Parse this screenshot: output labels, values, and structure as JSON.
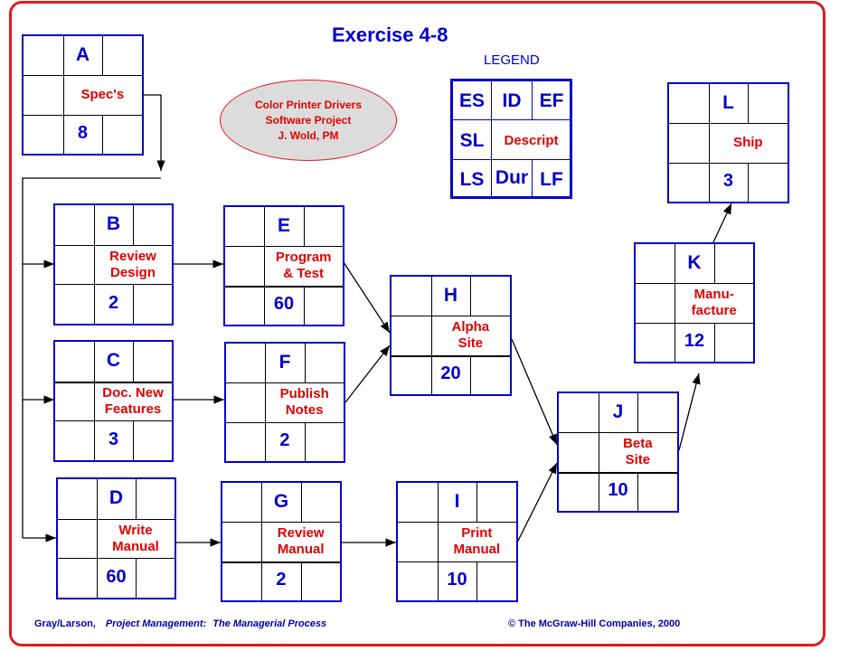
{
  "title": "Exercise 4-8",
  "legend": {
    "heading": "LEGEND",
    "es": "ES",
    "id": "ID",
    "ef": "EF",
    "sl": "SL",
    "descript": "Descript",
    "ls": "LS",
    "dur": "Dur",
    "lf": "LF"
  },
  "project_oval": {
    "line1": "Color Printer Drivers",
    "line2": "Software Project",
    "line3": "J. Wold, PM"
  },
  "activities": {
    "A": {
      "id": "A",
      "desc1": "Spec's",
      "desc2": "",
      "dur": "8"
    },
    "B": {
      "id": "B",
      "desc1": "Review",
      "desc2": "Design",
      "dur": "2"
    },
    "C": {
      "id": "C",
      "desc1": "Doc. New",
      "desc2": "Features",
      "dur": "3"
    },
    "D": {
      "id": "D",
      "desc1": "Write",
      "desc2": "Manual",
      "dur": "60"
    },
    "E": {
      "id": "E",
      "desc1": "Program",
      "desc2": "& Test",
      "dur": "60"
    },
    "F": {
      "id": "F",
      "desc1": "Publish",
      "desc2": "Notes",
      "dur": "2"
    },
    "G": {
      "id": "G",
      "desc1": "Review",
      "desc2": "Manual",
      "dur": "2"
    },
    "H": {
      "id": "H",
      "desc1": "Alpha",
      "desc2": "Site",
      "dur": "20"
    },
    "I": {
      "id": "I",
      "desc1": "Print",
      "desc2": "Manual",
      "dur": "10"
    },
    "J": {
      "id": "J",
      "desc1": "Beta",
      "desc2": "Site",
      "dur": "10"
    },
    "K": {
      "id": "K",
      "desc1": "Manu-",
      "desc2": "facture",
      "dur": "12"
    },
    "L": {
      "id": "L",
      "desc1": "Ship",
      "desc2": "",
      "dur": "3"
    }
  },
  "footer": {
    "authors": "Gray/Larson,",
    "book": "Project Management:",
    "subtitle": "The Managerial Process",
    "copyright": "© The McGraw-Hill Companies, 2000"
  }
}
